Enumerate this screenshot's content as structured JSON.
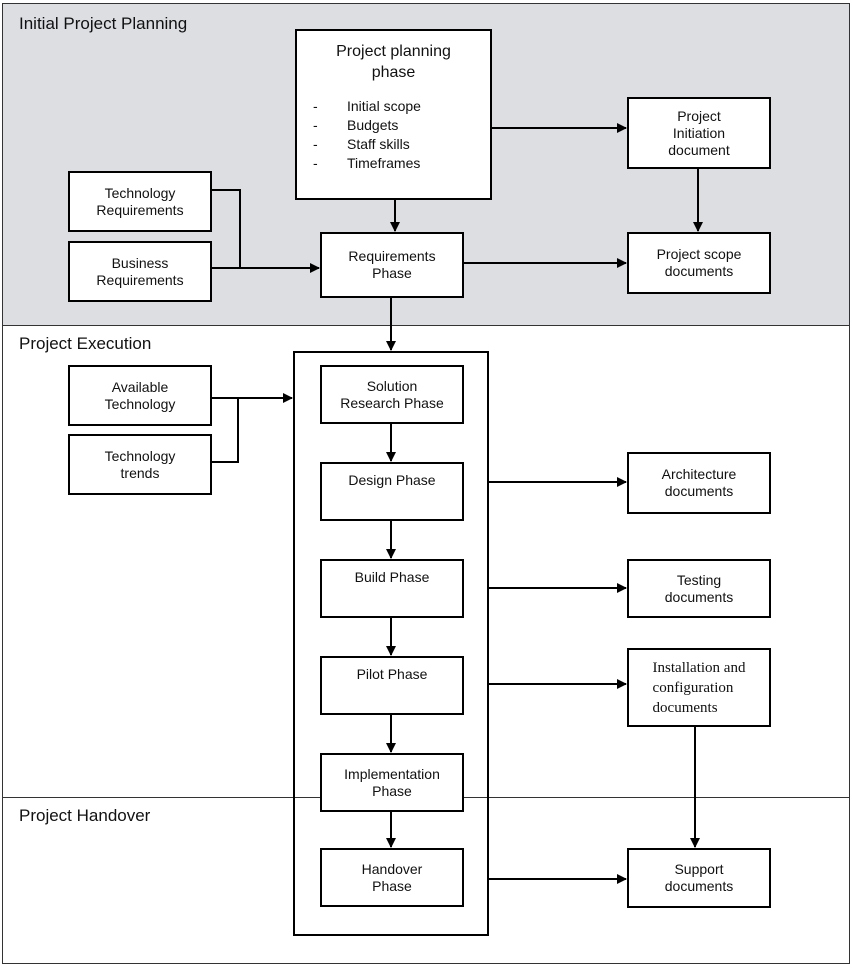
{
  "sections": {
    "planning": "Initial Project Planning",
    "execution": "Project Execution",
    "handover": "Project Handover"
  },
  "nodes": {
    "project_planning": {
      "title": "Project planning\nphase",
      "items": [
        "Initial scope",
        "Budgets",
        "Staff skills",
        "Timeframes"
      ]
    },
    "project_initiation": "Project\nInitiation\ndocument",
    "technology_requirements": "Technology\nRequirements",
    "business_requirements": "Business\nRequirements",
    "requirements_phase": "Requirements\nPhase",
    "project_scope": "Project scope\ndocuments",
    "available_technology": "Available\nTechnology",
    "technology_trends": "Technology\ntrends",
    "solution_research": "Solution\nResearch Phase",
    "design_phase": "Design Phase",
    "build_phase": "Build Phase",
    "pilot_phase": "Pilot Phase",
    "implementation_phase": "Implementation\nPhase",
    "handover_phase": "Handover\nPhase",
    "architecture_docs": "Architecture\ndocuments",
    "testing_docs": "Testing\ndocuments",
    "installation_docs": "Installation and\nconfiguration\ndocuments",
    "support_docs": "Support\ndocuments"
  },
  "colors": {
    "planning_band": "#dcdee2",
    "line": "#000000"
  }
}
